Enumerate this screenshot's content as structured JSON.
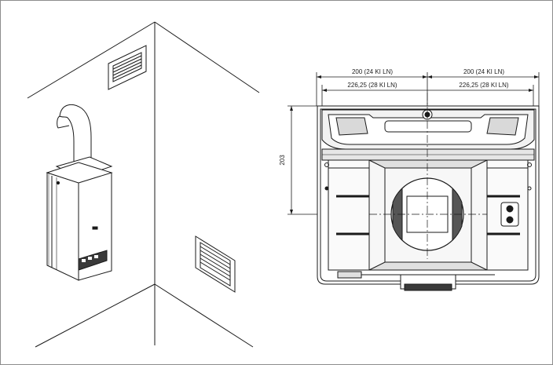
{
  "figure": {
    "dimensions": {
      "top_left_primary": "200 (24 KI LN)",
      "top_right_primary": "200 (24 KI LN)",
      "top_left_secondary": "226,25 (28 KI LN)",
      "top_right_secondary": "226,25 (28 KI LN)",
      "vertical": "203"
    },
    "colors": {
      "line": "#1a1a1a",
      "border": "#8c8c8c",
      "shade": "#d9d9d9",
      "dark": "#3a3a3a"
    }
  }
}
